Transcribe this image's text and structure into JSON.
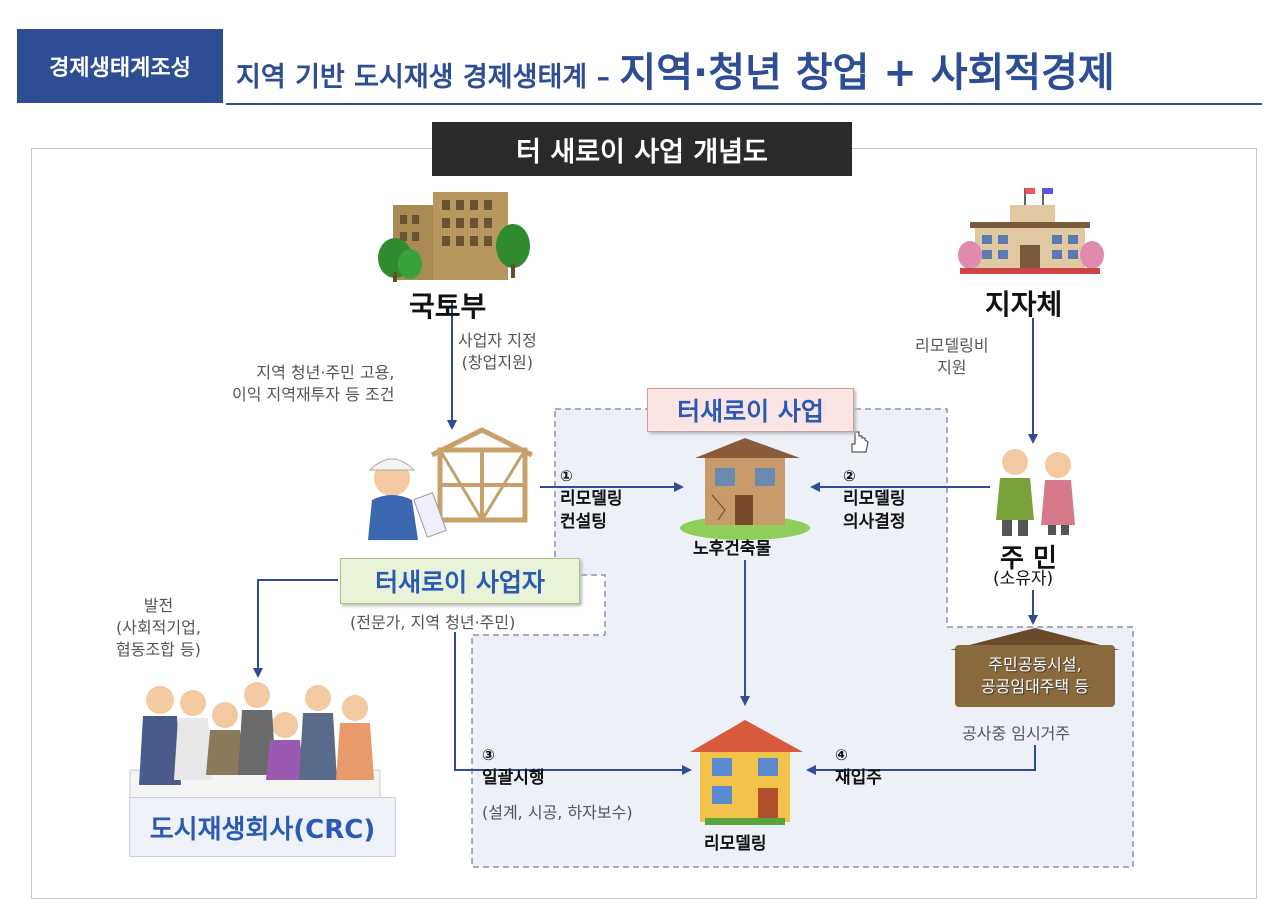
{
  "header": {
    "badge": "경제생태계조성",
    "title_prefix": "지역 기반 도시재생 경제생태계 – ",
    "title_emphasis": "지역·청년 창업 + 사회적경제"
  },
  "diagram": {
    "title": "터 새로이 사업 개념도",
    "ministry": {
      "name": "국토부",
      "arrow_label_1": "사업자 지정",
      "arrow_label_2": "(창업지원)",
      "condition_1": "지역 청년·주민 고용,",
      "condition_2": "이익 지역재투자 등 조건"
    },
    "local_gov": {
      "name": "지자체",
      "arrow_label_1": "리모델링비",
      "arrow_label_2": "지원"
    },
    "project": {
      "name": "터새로이 사업"
    },
    "operator": {
      "name": "터새로이 사업자",
      "sub": "(전문가, 지역 청년·주민)"
    },
    "old_building": {
      "label": "노후건축물"
    },
    "residents": {
      "name": "주 민",
      "sub": "(소유자)"
    },
    "steps": {
      "s1_num": "①",
      "s1_line1": "리모델링",
      "s1_line2": "컨설팅",
      "s2_num": "②",
      "s2_line1": "리모델링",
      "s2_line2": "의사결정",
      "s3_num": "③",
      "s3_line1": "일괄시행",
      "s3_sub": "(설계, 시공, 하자보수)",
      "s4_num": "④",
      "s4_line1": "재입주"
    },
    "facility": {
      "line1": "주민공동시설,",
      "line2": "공공임대주택 등",
      "caption": "공사중 임시거주"
    },
    "remodel": {
      "label": "리모델링"
    },
    "development": {
      "line1": "발전",
      "line2": "(사회적기업,",
      "line3": "협동조합 등)"
    },
    "crc": {
      "label": "도시재생회사(CRC)"
    }
  }
}
